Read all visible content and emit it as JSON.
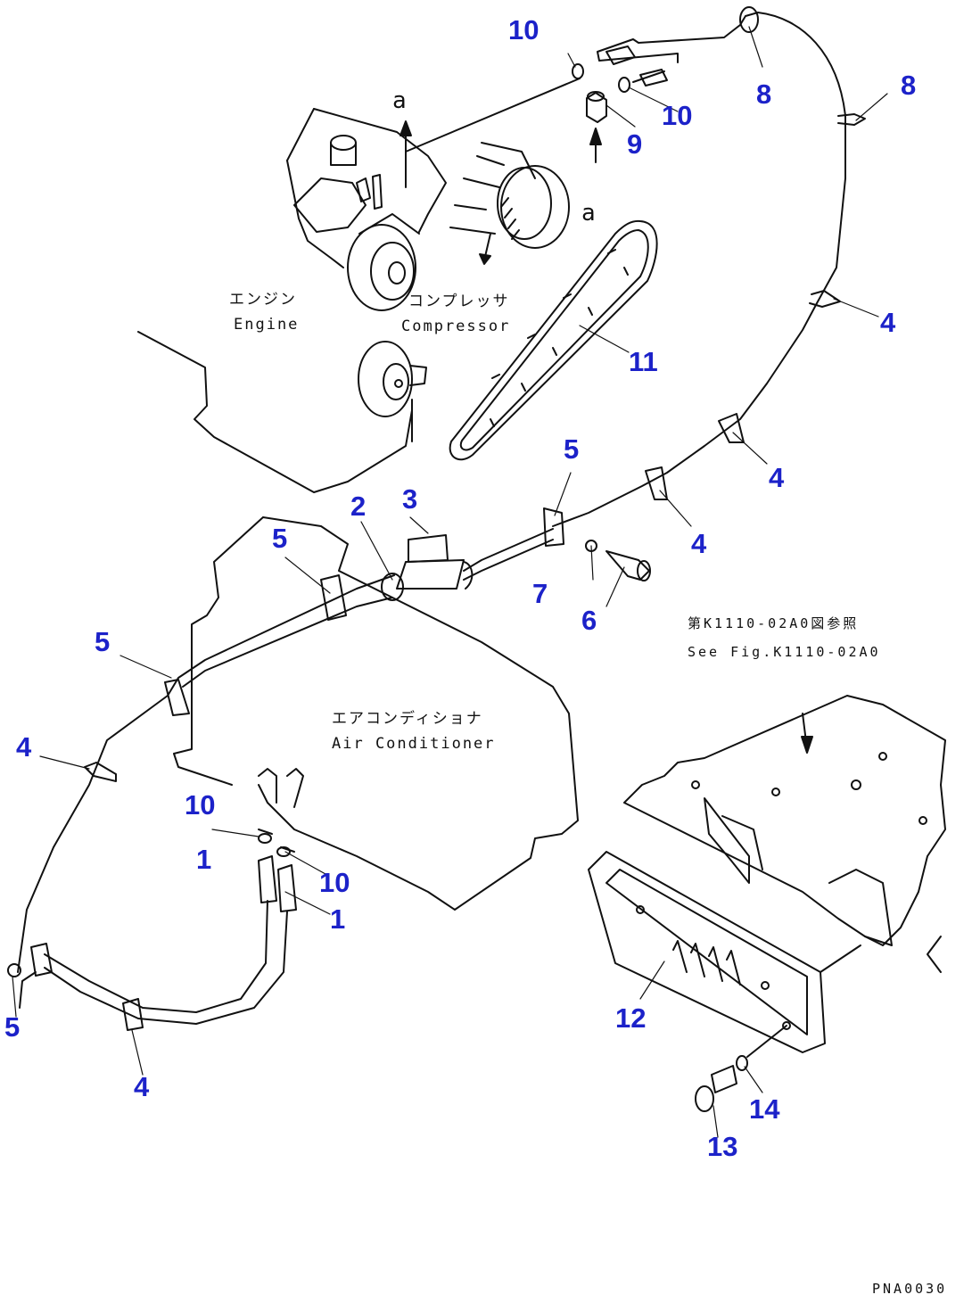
{
  "labels": {
    "engine_jp": "エンジン",
    "engine_en": "Engine",
    "compressor_jp": "コンプレッサ",
    "compressor_en": "Compressor",
    "aircon_jp": "エアコンディショナ",
    "aircon_en": "Air Conditioner",
    "see_fig_jp": "第K1110-02A0図参照",
    "see_fig_en": "See Fig.K1110-02A0",
    "connection_mark": "a",
    "drawing_code": "PNA0030"
  },
  "part_numbers": [
    "1",
    "2",
    "3",
    "4",
    "5",
    "6",
    "7",
    "8",
    "9",
    "10",
    "11",
    "12",
    "13",
    "14"
  ],
  "colors": {
    "callout": "#1c22c9",
    "line": "#111111",
    "background": "#ffffff"
  }
}
